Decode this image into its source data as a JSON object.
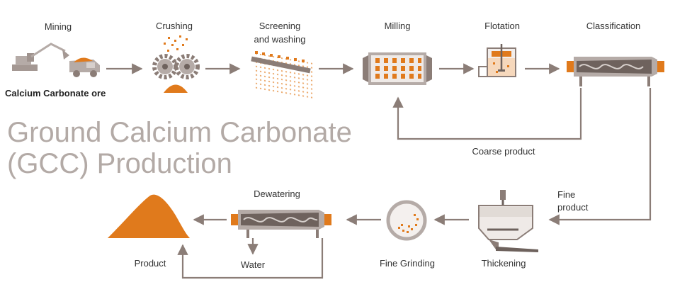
{
  "title": {
    "line1": "Ground Calcium Carbonate",
    "line2": "(GCC) Production"
  },
  "steps": {
    "mining": "Mining",
    "ore": "Calcium Carbonate ore",
    "crushing": "Crushing",
    "screening_line1": "Screening",
    "screening_line2": "and washing",
    "milling": "Milling",
    "flotation": "Flotation",
    "classification": "Classification",
    "coarse": "Coarse product",
    "fine_line1": "Fine",
    "fine_line2": "product",
    "thickening": "Thickening",
    "fine_grinding": "Fine Grinding",
    "dewatering": "Dewatering",
    "water": "Water",
    "product": "Product"
  },
  "colors": {
    "orange": "#e07a1c",
    "grey": "#8b7d77",
    "dark": "#555555"
  }
}
